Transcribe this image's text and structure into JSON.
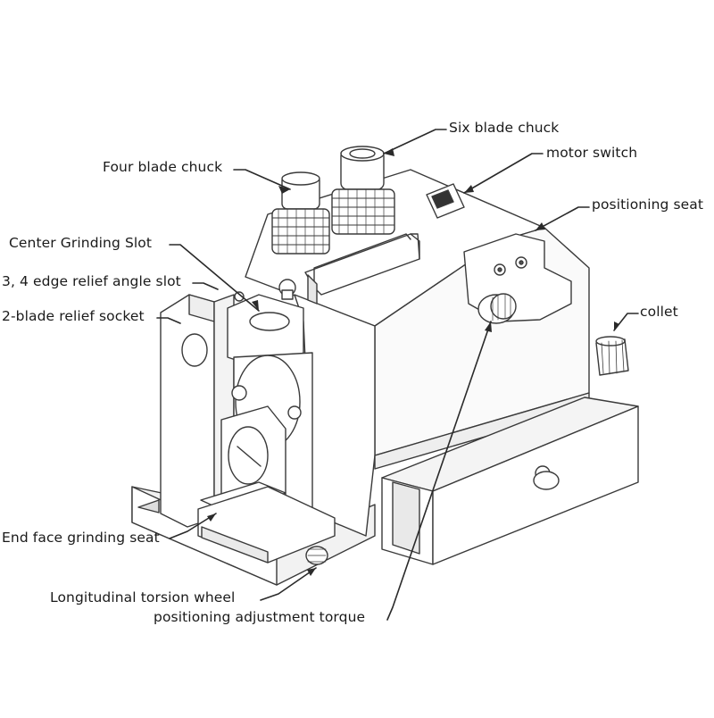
{
  "labels": {
    "six_blade_chuck": "Six blade chuck",
    "four_blade_chuck": "Four blade chuck",
    "motor_switch": "motor switch",
    "positioning_seat": "positioning seat",
    "center_grinding_slot": "Center Grinding Slot",
    "edge_relief_angle_slot": "3, 4 edge relief angle slot",
    "two_blade_relief_socket": "2-blade relief socket",
    "collet": "collet",
    "end_face_grinding_seat": "End face grinding seat",
    "longitudinal_torsion_wheel": "Longitudinal torsion wheel",
    "positioning_adjustment_torque": "positioning adjustment torque"
  },
  "colors": {
    "line": "#3a3a3a",
    "fill": "#ffffff",
    "shade": "#e6e6e6",
    "text": "#1a1a1a"
  }
}
